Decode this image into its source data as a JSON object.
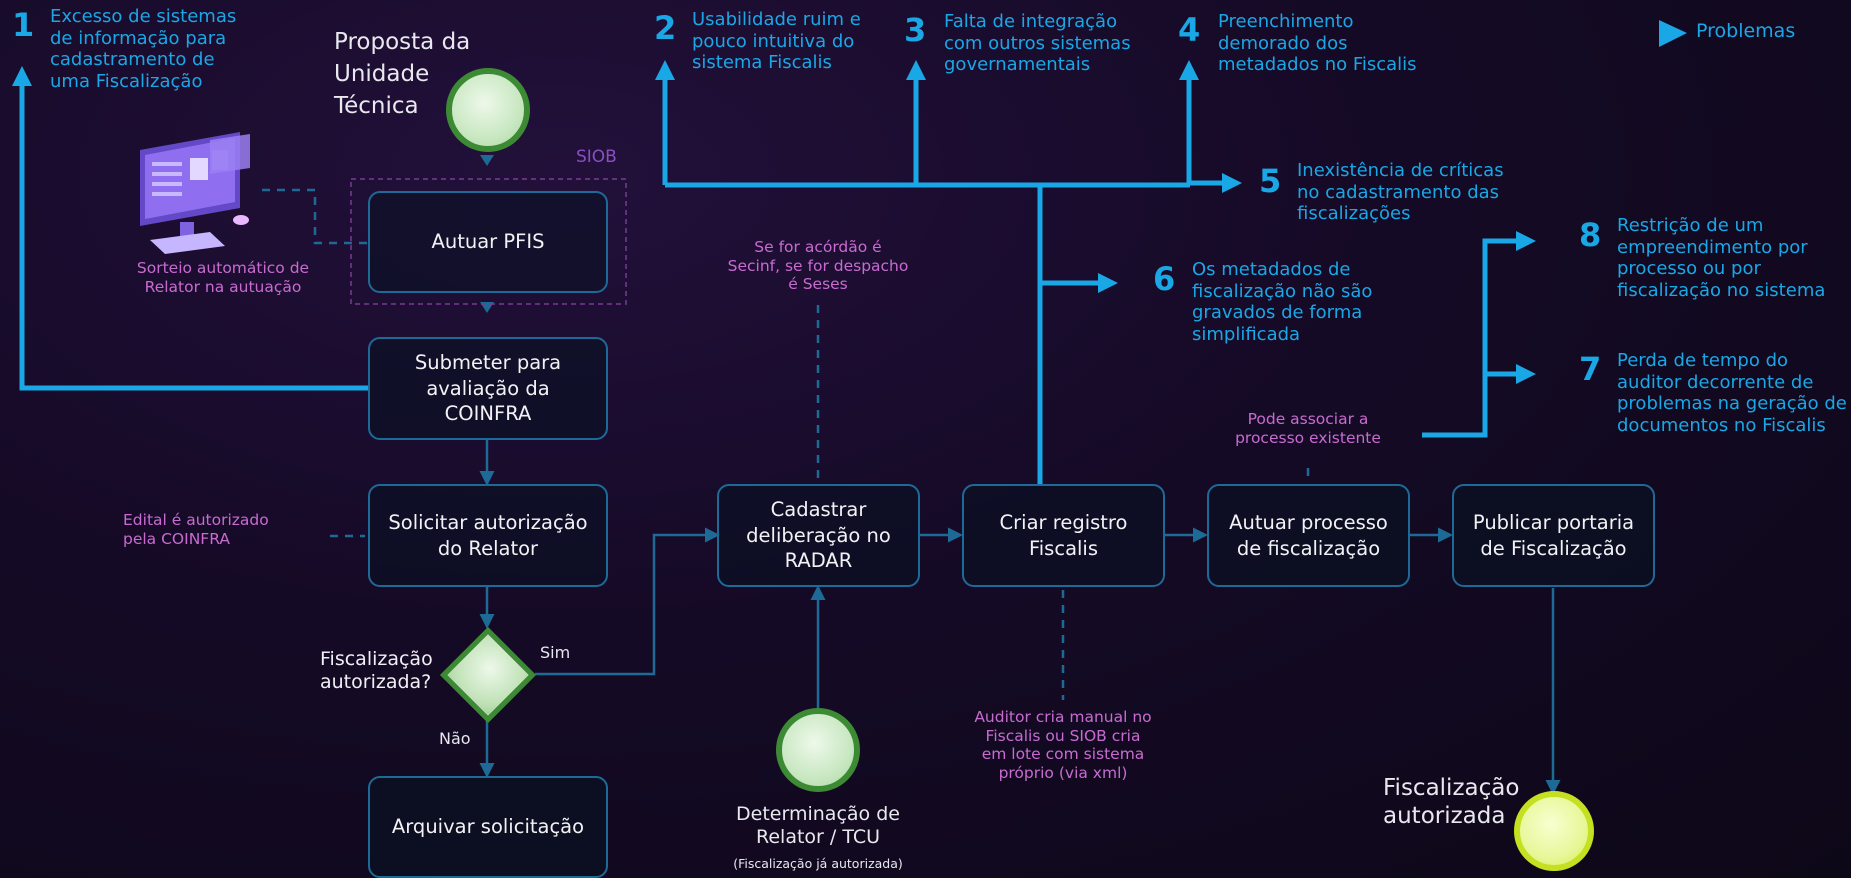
{
  "legend": {
    "label": "Problemas"
  },
  "problems": [
    {
      "num": "1",
      "text": "Excesso de sistemas\nde informação para\ncadastramento de\numa Fiscalização"
    },
    {
      "num": "2",
      "text": "Usabilidade ruim e\npouco intuitiva do\nsistema Fiscalis"
    },
    {
      "num": "3",
      "text": "Falta de integração\ncom outros sistemas\ngovernamentais"
    },
    {
      "num": "4",
      "text": "Preenchimento\ndemorado dos\nmetadados no Fiscalis"
    },
    {
      "num": "5",
      "text": "Inexistência de críticas\nno cadastramento das\nfiscalizações"
    },
    {
      "num": "6",
      "text": "Os metadados de\nfiscalização não são\ngravados de forma\nsimplificada"
    },
    {
      "num": "7",
      "text": "Perda de tempo do\nauditor decorrente de\nproblemas na geração de\ndocumentos no Fiscalis"
    },
    {
      "num": "8",
      "text": "Restrição de um\nempreendimento por\nprocesso ou por\nfiscalização no sistema"
    }
  ],
  "start": {
    "label": "Proposta da\nUnidade\nTécnica"
  },
  "siob": {
    "label": "SIOB"
  },
  "tasks": {
    "autuar_pfis": "Autuar PFIS",
    "submeter": "Submeter para\navaliação da\nCOINFRA",
    "solicitar": "Solicitar autorização\ndo Relator",
    "arquivar": "Arquivar solicitação",
    "cadastrar": "Cadastrar\ndeliberação no\nRADAR",
    "criar_registro": "Criar registro\nFiscalis",
    "autuar_processo": "Autuar processo\nde fiscalização",
    "publicar": "Publicar portaria\nde Fiscalização"
  },
  "gateway": {
    "label": "Fiscalização\nautorizada?",
    "yes": "Sim",
    "no": "Não"
  },
  "annotations": {
    "sorteio": "Sorteio automático de\nRelator na autuação",
    "edital": "Edital é autorizado\npela COINFRA",
    "acordao": "Se for acórdão é\nSecinf, se for despacho\né Seses",
    "auditor": "Auditor cria manual no\nFiscalis ou SIOB  cria\nem lote com sistema\npróprio  (via xml)",
    "associar": "Pode associar a\nprocesso existente"
  },
  "second_start": {
    "label": "Determinação de\nRelator / TCU",
    "sub": "(Fiscalização já autorizada)"
  },
  "end": {
    "label": "Fiscalização\nautorizada"
  },
  "colors": {
    "problem": "#1aa7e6",
    "note": "#c86bd0",
    "connector": "#1e6a96",
    "start_border": "#3d8a35",
    "end_border": "#c4e020"
  }
}
